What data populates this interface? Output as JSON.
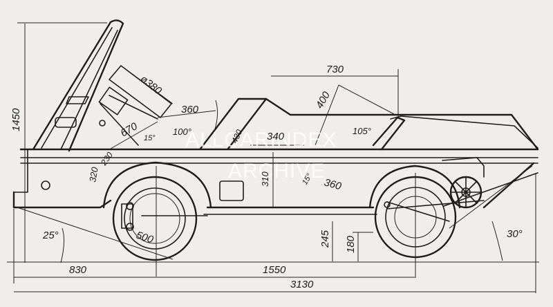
{
  "drawing": {
    "subject": "Amphibious vehicle side-elevation blueprint",
    "watermark": [
      "ALLCARINDEX",
      "ARCHIVE"
    ],
    "dimensions": {
      "overall_height": "1450",
      "steering_wheel_diameter": "ø380",
      "windshield_to_wheel": "360",
      "seat_back_length": "670",
      "seat_back_angle": "15°",
      "front_seat_angle": "100°",
      "front_seat_height": "320",
      "floor_to_seat": "230",
      "rear_seat_back": "430",
      "seat_spacing": "340",
      "seat_cushion_height": "310",
      "rear_seat_top_length": "730",
      "rear_seat_back_length": "400",
      "rear_seat_angle": "105°",
      "rear_cushion_angle": "15°",
      "rear_cushion_length": "360",
      "wheel_diameter": "500",
      "approach_angle": "25°",
      "departure_angle": "30°",
      "hull_clearance": "245",
      "ground_clearance": "180",
      "front_overhang": "830",
      "wheelbase": "1550",
      "overall_length": "3130"
    }
  }
}
